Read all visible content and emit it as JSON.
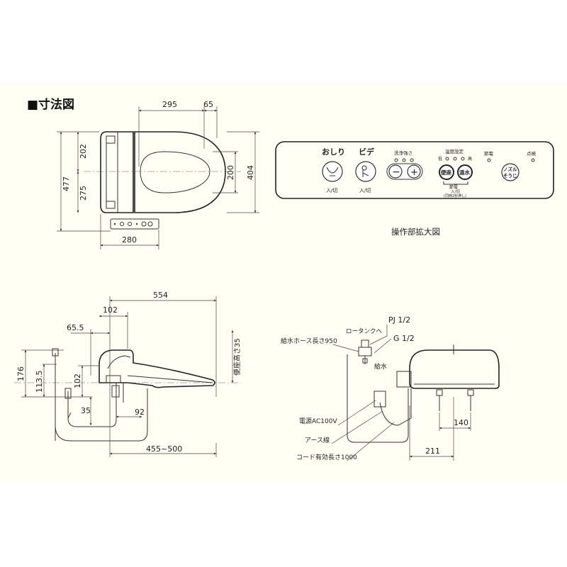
{
  "title": "■寸法図",
  "top_view": {
    "dims": {
      "width_295": "295",
      "offset_65": "65",
      "front_202": "202",
      "rear_275": "275",
      "total_477": "477",
      "bowl_200": "200",
      "bowl_404": "404",
      "width_280": "280"
    }
  },
  "panel": {
    "caption": "操作部拡大図",
    "oshiri": {
      "label": "おしり",
      "sub": "入/切"
    },
    "bide": {
      "label": "ビデ",
      "sub": "入/切"
    },
    "strength": {
      "label": "洗浄強さ",
      "minus": "−",
      "plus": "+"
    },
    "temp": {
      "label": "温度設定",
      "low": "低",
      "high": "高",
      "seat": "便座",
      "water": "温水",
      "bracket": "節電",
      "bracket_sub": "入/切",
      "note": "(同時2秒押し)"
    },
    "eco_label": "節電",
    "clean_label": "点検",
    "nozzle": {
      "line1": "ノズル",
      "line2": "そうじ"
    }
  },
  "side_view": {
    "dims": {
      "length_554": "554",
      "d_102_top": "102",
      "d_65_5": "65.5",
      "h_176": "176",
      "h_113_5": "113.5",
      "h_102": "102",
      "d_35": "35",
      "d_92": "92",
      "range": "455~500",
      "seat_height": "便座高さ35"
    }
  },
  "rear_view": {
    "labels": {
      "pj": "PJ 1/2",
      "tank": "ロータンクへ",
      "g": "G 1/2",
      "hose": "給水ホース長さ950",
      "supply": "給水",
      "power": "電源AC100V",
      "earth": "アース線",
      "cord": "コード有効長さ1000"
    },
    "dims": {
      "d_140": "140",
      "d_211": "211"
    }
  }
}
